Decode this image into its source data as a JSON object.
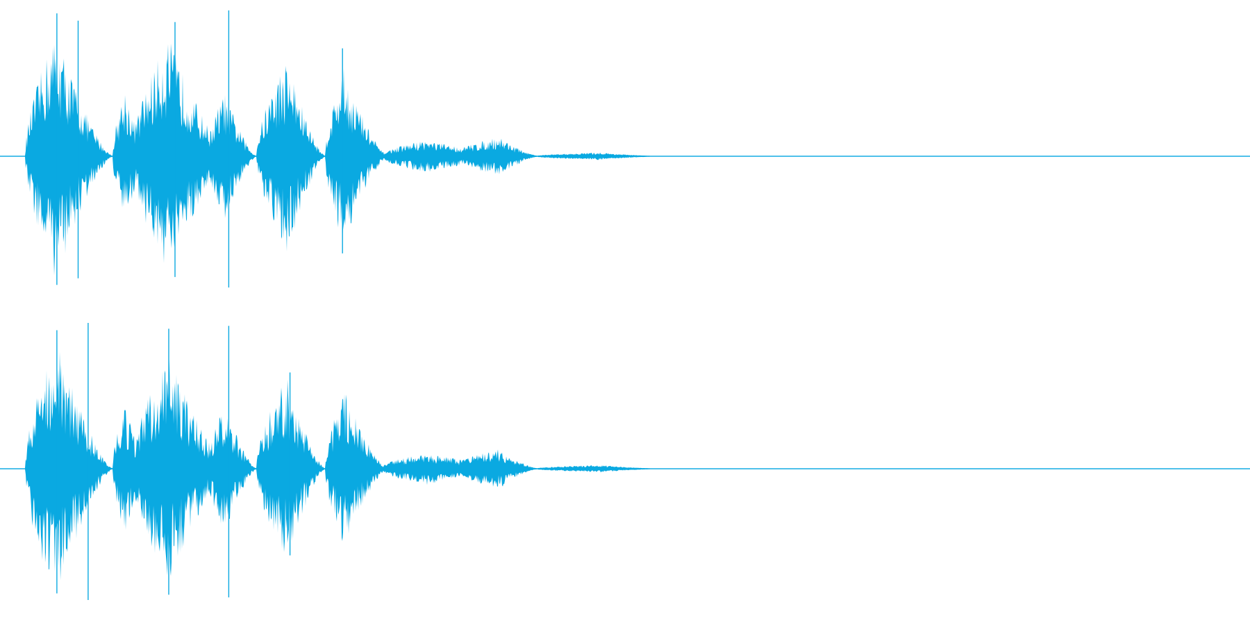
{
  "waveform": {
    "color": "#0aa9e1",
    "background": "#ffffff",
    "channels": [
      {
        "name": "channel-1",
        "bursts": [
          {
            "start": 0.02,
            "peak": 0.045,
            "end": 0.09,
            "level": 0.78
          },
          {
            "start": 0.09,
            "peak": 0.1,
            "end": 0.12,
            "level": 0.42
          },
          {
            "start": 0.105,
            "peak": 0.135,
            "end": 0.185,
            "level": 0.74
          },
          {
            "start": 0.165,
            "peak": 0.18,
            "end": 0.205,
            "level": 0.4
          },
          {
            "start": 0.205,
            "peak": 0.23,
            "end": 0.26,
            "level": 0.62
          },
          {
            "start": 0.26,
            "peak": 0.275,
            "end": 0.31,
            "level": 0.55
          },
          {
            "start": 0.305,
            "peak": 0.34,
            "end": 0.42,
            "level": 0.1
          },
          {
            "start": 0.36,
            "peak": 0.4,
            "end": 0.43,
            "level": 0.12
          },
          {
            "start": 0.43,
            "peak": 0.48,
            "end": 0.52,
            "level": 0.02
          }
        ],
        "spikes": [
          {
            "pos": 0.0455,
            "level": 0.98
          },
          {
            "pos": 0.0625,
            "level": 0.93
          },
          {
            "pos": 0.14,
            "level": 0.92
          },
          {
            "pos": 0.183,
            "level": 1.0
          },
          {
            "pos": 0.274,
            "level": 0.74
          }
        ]
      },
      {
        "name": "channel-2",
        "bursts": [
          {
            "start": 0.02,
            "peak": 0.045,
            "end": 0.09,
            "level": 0.82
          },
          {
            "start": 0.09,
            "peak": 0.1,
            "end": 0.12,
            "level": 0.4
          },
          {
            "start": 0.105,
            "peak": 0.135,
            "end": 0.185,
            "level": 0.7
          },
          {
            "start": 0.165,
            "peak": 0.18,
            "end": 0.205,
            "level": 0.4
          },
          {
            "start": 0.205,
            "peak": 0.23,
            "end": 0.26,
            "level": 0.58
          },
          {
            "start": 0.26,
            "peak": 0.275,
            "end": 0.31,
            "level": 0.5
          },
          {
            "start": 0.305,
            "peak": 0.34,
            "end": 0.42,
            "level": 0.1
          },
          {
            "start": 0.36,
            "peak": 0.4,
            "end": 0.43,
            "level": 0.12
          },
          {
            "start": 0.43,
            "peak": 0.48,
            "end": 0.52,
            "level": 0.02
          }
        ],
        "spikes": [
          {
            "pos": 0.0455,
            "level": 0.95
          },
          {
            "pos": 0.0705,
            "level": 1.0
          },
          {
            "pos": 0.135,
            "level": 0.96
          },
          {
            "pos": 0.183,
            "level": 0.98
          },
          {
            "pos": 0.232,
            "level": 0.66
          }
        ]
      }
    ]
  }
}
